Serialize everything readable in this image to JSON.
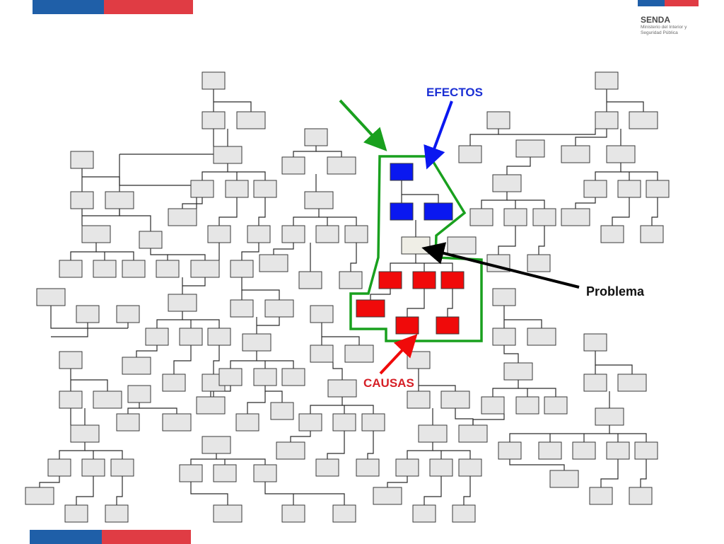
{
  "brand": {
    "name": "SENDA",
    "subtitle_line1": "Ministerio del Interior y",
    "subtitle_line2": "Seguridad Pública"
  },
  "colors": {
    "bar_blue": "#1f5fa8",
    "bar_red": "#e03c44",
    "box_fill": "#e6e6e6",
    "effect_fill": "#0a18f0",
    "cause_fill": "#f00a0a",
    "problem_fill": "#efeee6",
    "outline_green": "#19a01e",
    "label_blue": "#1b2fd4",
    "label_red": "#d61f26"
  },
  "diagram": {
    "labels": {
      "effects": "EFECTOS",
      "causes": "CAUSAS",
      "problem": "Problema"
    }
  }
}
